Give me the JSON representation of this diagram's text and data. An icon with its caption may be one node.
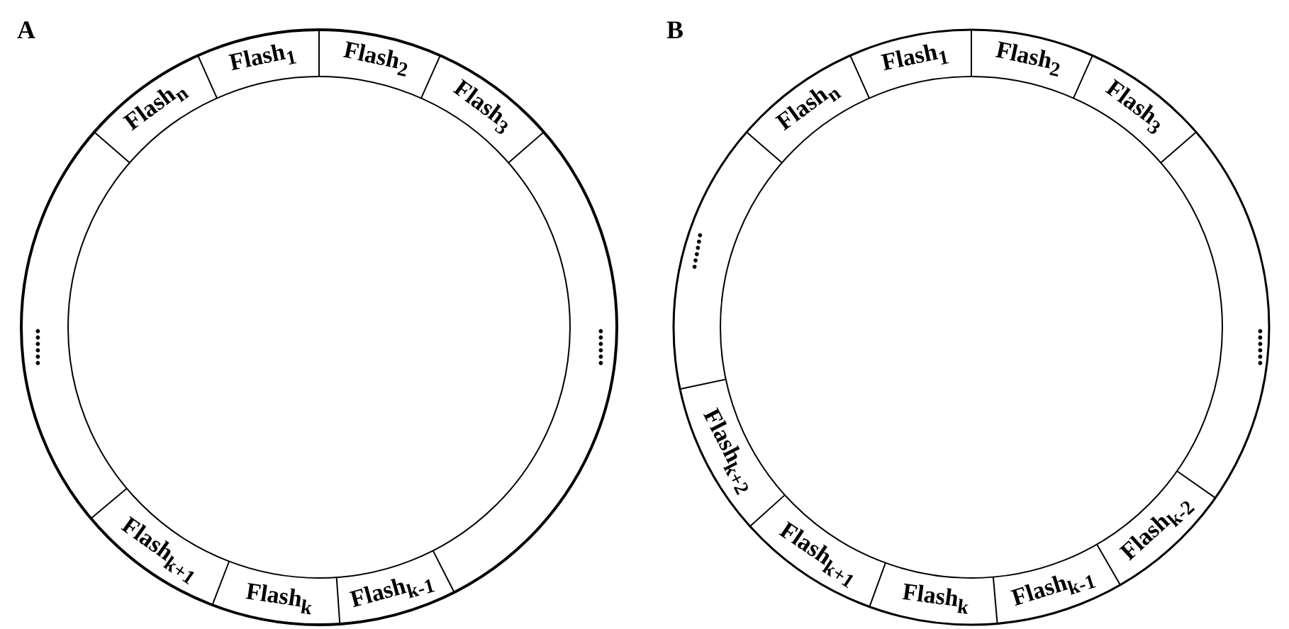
{
  "diagram": {
    "nodes": [
      {
        "text": [
          "Flash$_{n}$"
        ]
      },
      {
        "text": [
          "Flash$_{1}$"
        ]
      },
      {
        "text": [
          "Flash$_{2}$"
        ]
      },
      {
        "text": [
          "Flash$_{3}$"
        ]
      },
      {
        "text": [
          "Flash$_{k+1}$"
        ]
      },
      {
        "text": [
          "Flash$_{k}$"
        ]
      },
      {
        "text": [
          "Flash$_{k-1}$"
        ]
      },
      {
        "text": [
          "Flash$_{n}$"
        ]
      },
      {
        "text": [
          "Flash$_{1}$"
        ]
      },
      {
        "text": [
          "Flash$_{2}$"
        ]
      },
      {
        "text": [
          "Flash$_{3}$"
        ]
      },
      {
        "text": [
          "Flash$_{k+2}$"
        ]
      },
      {
        "text": [
          "Flash$_{k+1}$"
        ]
      },
      {
        "text": [
          "Flash$_{k}$"
        ]
      },
      {
        "text": [
          "Flash$_{k-1}$"
        ]
      },
      {
        "text": [
          "Flash$_{k-2}$"
        ]
      }
    ],
    "labels": [
      "A",
      "......",
      "......",
      "B",
      "......",
      "......"
    ]
  }
}
